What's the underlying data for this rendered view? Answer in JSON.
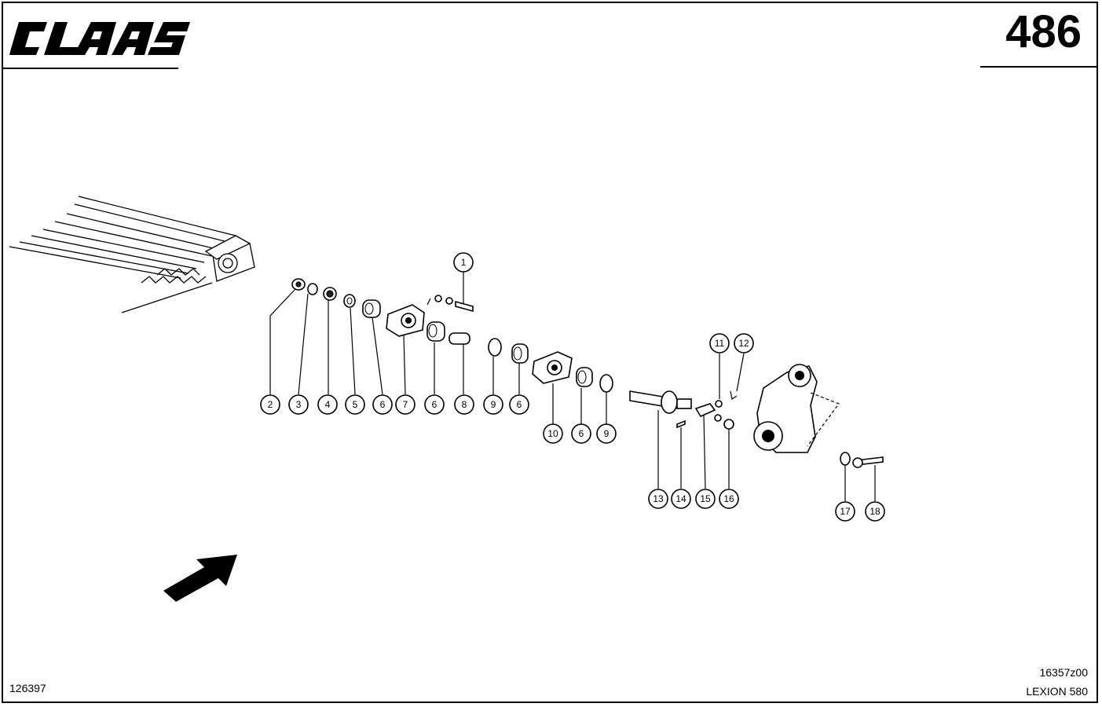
{
  "header": {
    "brand": "CLAAS",
    "page_number": "486"
  },
  "footer": {
    "image_number": "126397",
    "drawing_code": "16357z00",
    "model": "LEXION 580"
  },
  "callouts": [
    "1",
    "2",
    "3",
    "4",
    "5",
    "6",
    "7",
    "6",
    "8",
    "9",
    "6",
    "10",
    "6",
    "9",
    "11",
    "12",
    "13",
    "14",
    "15",
    "16",
    "17",
    "18"
  ],
  "icons": {
    "direction_arrow": "arrow-icon"
  }
}
